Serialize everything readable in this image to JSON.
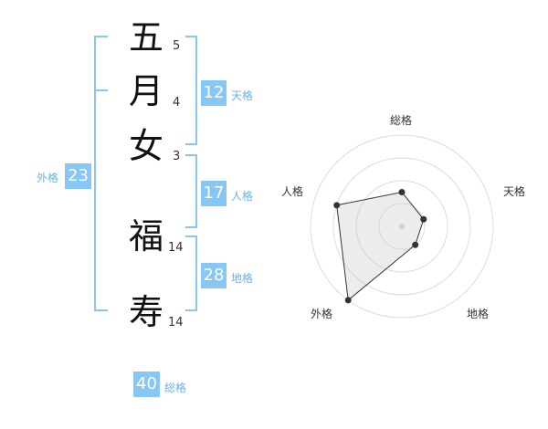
{
  "name": {
    "chars": [
      {
        "char": "五",
        "strokes": "5"
      },
      {
        "char": "月",
        "strokes": "4"
      },
      {
        "char": "女",
        "strokes": "3"
      },
      {
        "char": "福",
        "strokes": "14"
      },
      {
        "char": "寿",
        "strokes": "14"
      }
    ]
  },
  "fortunes": {
    "tenkaku": {
      "value": "12",
      "label": "天格"
    },
    "jinkaku": {
      "value": "17",
      "label": "人格"
    },
    "chikaku": {
      "value": "28",
      "label": "地格"
    },
    "gaikaku": {
      "value": "23",
      "label": "外格"
    },
    "soukaku": {
      "value": "40",
      "label": "総格"
    }
  },
  "chart_data": {
    "type": "radar",
    "axes": [
      "総格",
      "天格",
      "地格",
      "外格",
      "人格"
    ],
    "levels": 4,
    "values": [
      1.5,
      1.0,
      1.0,
      4.0,
      3.0
    ],
    "max": 4
  },
  "colors": {
    "accent": "#86c7f4",
    "label": "#6ab2e6",
    "bracket": "#86c7f4"
  }
}
